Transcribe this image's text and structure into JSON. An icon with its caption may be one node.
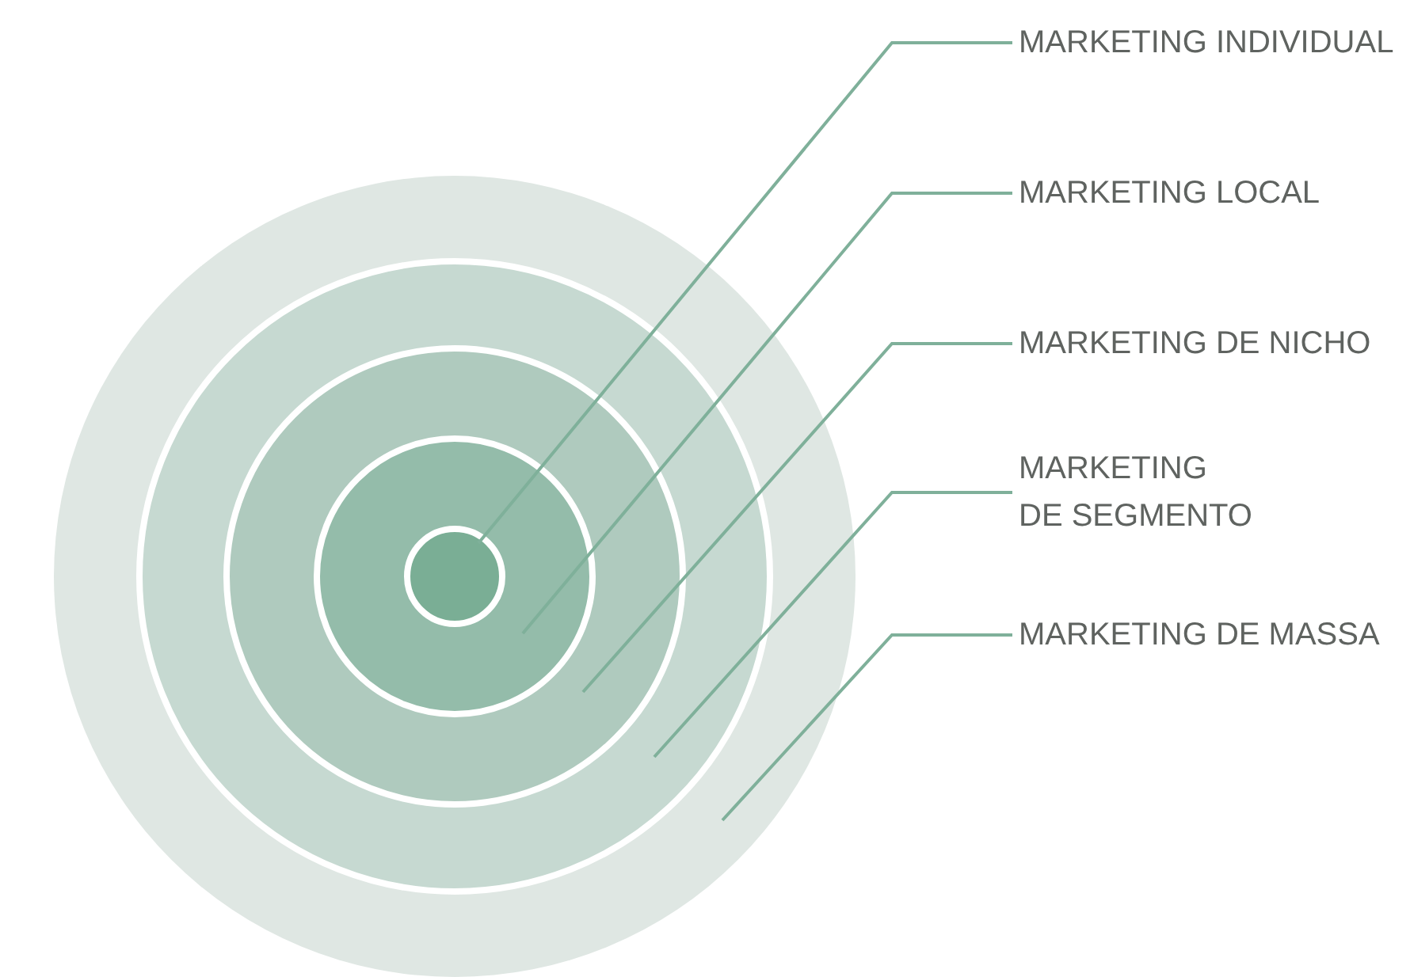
{
  "diagram": {
    "nodes": [
      {
        "text": [
          "MARKETING INDIVIDUAL"
        ]
      },
      {
        "text": [
          "MARKETING LOCAL"
        ]
      },
      {
        "text": [
          "MARKETING DE NICHO"
        ]
      },
      {
        "text": [
          "MARKETING DE SEGMENTO"
        ]
      },
      {
        "text": [
          "MARKETING DE MASSA"
        ]
      },
      {
        "text": [],
        "shape": "circle"
      },
      {
        "text": [],
        "shape": "circle",
        "in": 5
      },
      {
        "text": [],
        "shape": "circle",
        "in": 6
      },
      {
        "text": [],
        "shape": "circle",
        "in": 7
      },
      {
        "text": [],
        "shape": "circle",
        "in": 8
      }
    ],
    "edges": [
      {
        "from": 0,
        "to": 9,
        "arrow": "none"
      },
      {
        "from": 1,
        "to": 8,
        "arrow": "none"
      },
      {
        "from": 2,
        "to": 7,
        "arrow": "none"
      },
      {
        "from": 3,
        "to": 6,
        "arrow": "none"
      },
      {
        "from": 4,
        "to": 5,
        "arrow": "none"
      }
    ]
  }
}
